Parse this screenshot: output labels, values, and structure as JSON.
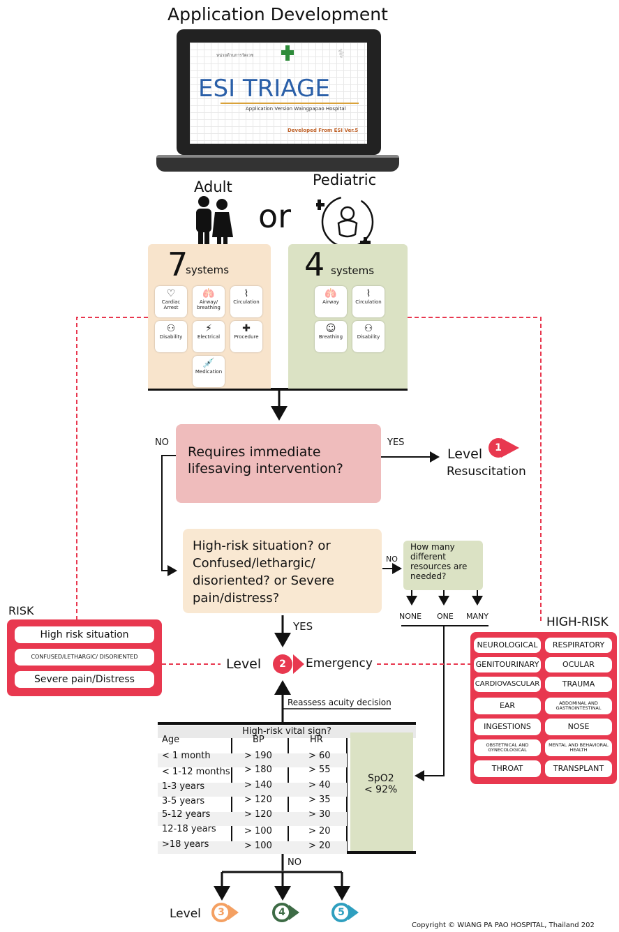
{
  "title": "Application Development",
  "app_screen": {
    "header_small": "หน่วยด้านการวัดเวช",
    "app_name": "ESI TRIAGE",
    "subtitle": "Application Version Waingpapao Hospital",
    "developed": "Developed From ESI Ver.5"
  },
  "adult_label": "Adult",
  "pediatric_label": "Pediatric",
  "or_label": "or",
  "adult_panel": {
    "count": "7",
    "unit": "systems",
    "systems": [
      "Cardiac Arrest",
      "Airway/ breathing",
      "Circulation",
      "Disability",
      "Electrical",
      "Procedure",
      "Medication"
    ]
  },
  "pediatric_panel": {
    "count": "4",
    "unit": "systems",
    "systems": [
      "Airway",
      "Circulation",
      "Breathing",
      "Disability"
    ]
  },
  "q1": {
    "text_line1": "Requires immediate",
    "text_line2": "lifesaving intervention?",
    "yes": "YES",
    "no": "NO"
  },
  "level1": {
    "level": "Level",
    "num": "1",
    "name": "Resuscitation"
  },
  "q2": {
    "line1": "High-risk situation? or",
    "line2": "Confused/lethargic/",
    "line3": "disoriented? or Severe",
    "line4": "pain/distress?",
    "yes": "YES",
    "no": "NO"
  },
  "q3": {
    "line1": "How many",
    "line2": "different",
    "line3": "resources are",
    "line4": "needed?",
    "none": "NONE",
    "one": "ONE",
    "many": "MANY"
  },
  "level2": {
    "level": "Level",
    "num": "2",
    "name": "Emergency"
  },
  "risk": {
    "title": "RISK",
    "items": [
      "High risk situation",
      "CONFUSED/LETHARGIC/ DISORIENTED",
      "Severe pain/Distress"
    ]
  },
  "high_risk": {
    "title": "HIGH-RISK",
    "items": [
      "NEUROLOGICAL",
      "RESPIRATORY",
      "GENITOURINARY",
      "OCULAR",
      "CARDIOVASCULAR",
      "TRAUMA",
      "EAR",
      "ABDOMINAL AND GASTROINTESTINAL",
      "INGESTIONS",
      "NOSE",
      "OBSTETRICAL AND GYNECOLOGICAL",
      "MENTAL AND BEHAVIORAL HEALTH",
      "THROAT",
      "TRANSPLANT"
    ]
  },
  "reassess": "Reassess acuity decision",
  "vitals": {
    "title": "High-risk vital sign?",
    "headers": [
      "Age",
      "BP",
      "HR"
    ],
    "rows": [
      [
        "< 1 month",
        "> 190",
        "> 60"
      ],
      [
        "< 1-12 months",
        "> 180",
        "> 55"
      ],
      [
        "1-3 years",
        "> 140",
        "> 40"
      ],
      [
        "3-5 years",
        "> 120",
        "> 35"
      ],
      [
        "5-12 years",
        "> 120",
        "> 30"
      ],
      [
        "12-18 years",
        "> 100",
        "> 20"
      ],
      [
        ">18 years",
        "> 100",
        "> 20"
      ]
    ],
    "spo2_line1": "SpO2",
    "spo2_line2": "< 92%",
    "no": "NO"
  },
  "bottom_levels": {
    "level": "Level",
    "nums": [
      "3",
      "4",
      "5"
    ]
  },
  "colors": {
    "red": "#e8384f",
    "adult_bg": "#f8e4cc",
    "ped_bg": "#dbe2c4",
    "q1_bg": "#efbcbc",
    "q2_bg": "#f9e8d2",
    "q3_bg": "#dbe2c4",
    "level3": "#f4a062",
    "level4": "#3d6b45",
    "level5": "#2f9fbf"
  },
  "copyright": "Copyright © WIANG PA PAO HOSPITAL, Thailand 202"
}
